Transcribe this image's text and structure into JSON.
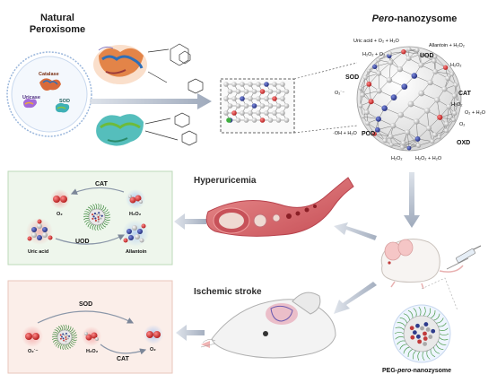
{
  "titles": {
    "natural_peroxisome_line1": "Natural",
    "natural_peroxisome_line2": "Peroxisome",
    "pero_prefix": "Pero",
    "pero_suffix": "-nanozysome"
  },
  "peroxisome_enzymes": [
    "Catalase",
    "Uricase",
    "SOD"
  ],
  "nanozysome_labels": {
    "uric_reaction": "Uric acid + O₂ + H₂O",
    "allantoin": "Allantoin + H₂O₂",
    "h2o2_o2_left": "H₂O₂ + O₂",
    "uod": "UOD",
    "h2o2_top_right": "H₂O₂",
    "sod": "SOD",
    "cat": "CAT",
    "o2_radical": "O₂˙⁻",
    "h2o2_mid_right": "H₂O₂",
    "o2_h2o": "O₂ + H₂O",
    "o2_right": "O₂",
    "oh_h2o": "·OH + H₂O",
    "pod": "POD",
    "oxd": "OXD",
    "h2o2_bottom": "H₂O₂",
    "h2o2_h2o_bottom": "H₂O₂ + H₂O"
  },
  "hyperuricemia_panel": {
    "title": "Hyperuricemia",
    "cat": "CAT",
    "uod": "UOD",
    "o2": "O₂",
    "h2o2": "H₂O₂",
    "uric_acid": "Uric acid",
    "allantoin": "Allantoin"
  },
  "stroke_panel": {
    "title": "Ischemic stroke",
    "sod": "SOD",
    "cat": "CAT",
    "o2_radical": "O₂˙⁻",
    "h2o2": "H₂O₂",
    "o2": "O₂"
  },
  "peg_label": {
    "prefix": "PEG-",
    "italic": "pero",
    "suffix": "-nanozysome"
  },
  "colors": {
    "panel_green": "#eef6ec",
    "panel_green_border": "#bcd9b8",
    "panel_pink": "#fbeee9",
    "panel_pink_border": "#e9c6bb",
    "arrow": "#9aa7b8",
    "vessel": "#d86a6a",
    "atom_blue": "#2e3c8c",
    "atom_red": "#d42a2a"
  },
  "icons": [
    "catalase-protein-icon",
    "uricase-protein-icon",
    "sod-protein-icon",
    "mouse-icon",
    "syringe-icon",
    "rat-head-icon",
    "blood-vessel-icon",
    "nanozysome-sphere-icon"
  ]
}
